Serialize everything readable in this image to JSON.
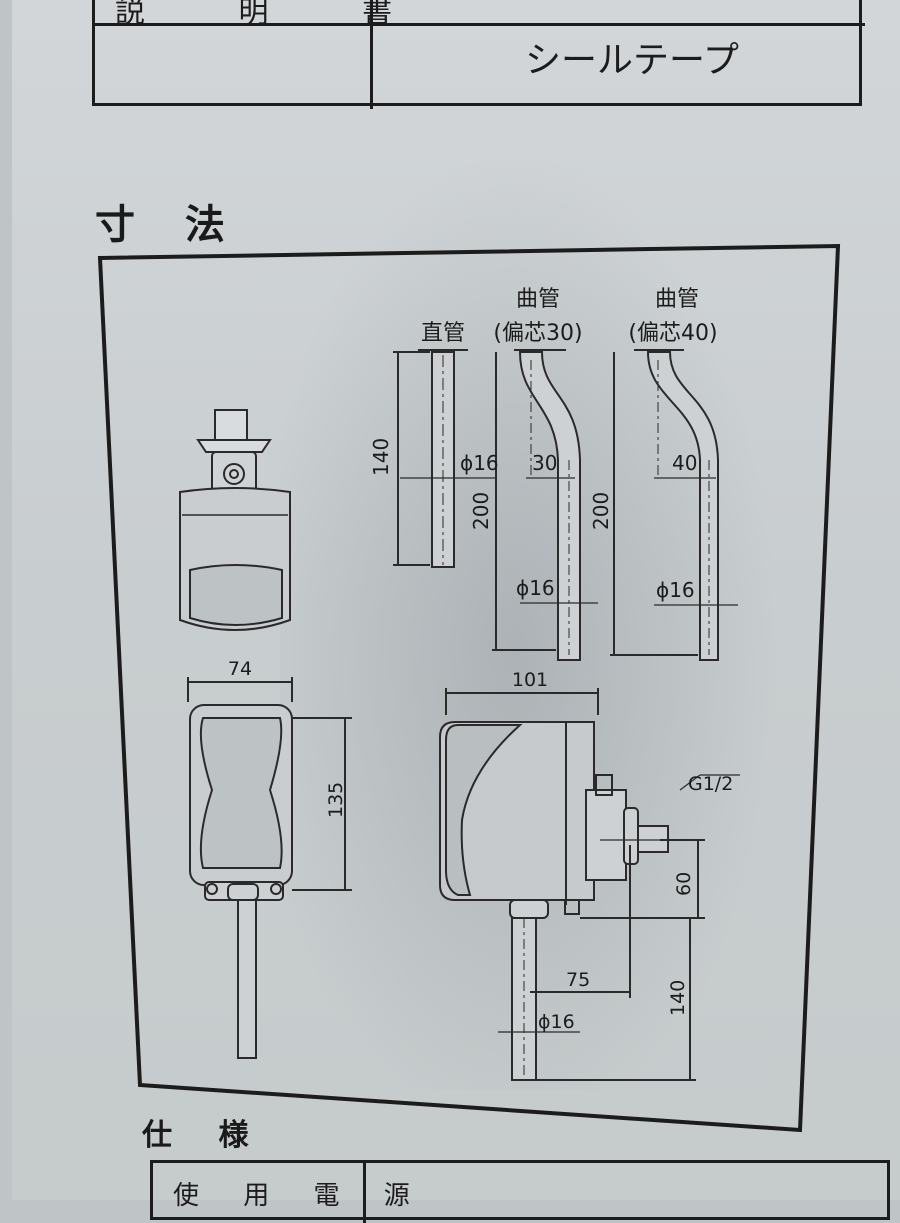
{
  "top_table": {
    "left_cell": "説 明 書",
    "right_cell": "シールテープ"
  },
  "sections": {
    "dimensions": "寸 法",
    "specs": "仕 様"
  },
  "pipes": {
    "straight": "直管",
    "bent_label": "曲管",
    "bent30_sub": "(偏芯30)",
    "bent40_sub": "(偏芯40)"
  },
  "dimensions": {
    "d140_straight": "140",
    "d200_straight": "200",
    "d200_bent": "200",
    "phi16_straight": "ϕ16",
    "phi16_b30": "ϕ16",
    "phi16_b40": "ϕ16",
    "phi16_side": "ϕ16",
    "off30": "30",
    "off40": "40",
    "w74": "74",
    "h135": "135",
    "w101": "101",
    "g12": "G1/2",
    "d60": "60",
    "d75": "75",
    "d140_side": "140"
  },
  "spec_table": {
    "first_label": "使 用 電 源"
  }
}
